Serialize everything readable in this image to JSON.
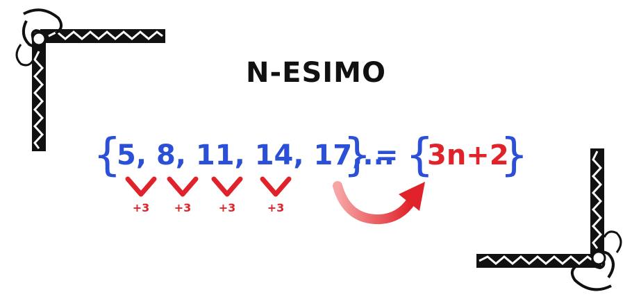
{
  "title": "N-ESIMO",
  "sequence": "5, 8, 11, 14, 17,...",
  "equals": "=",
  "formula": "3n+2",
  "differences": [
    "+3",
    "+3",
    "+3",
    "+3"
  ],
  "colors": {
    "sequence": "#2b4fd6",
    "accent": "#e0232a",
    "title": "#111111",
    "ornament": "#111111"
  },
  "icons": {
    "corner_top_left": "ornament-corner-icon",
    "corner_bottom_right": "ornament-corner-icon",
    "arrow": "curved-arrow-icon",
    "difference_marks": "check-v-icon"
  }
}
